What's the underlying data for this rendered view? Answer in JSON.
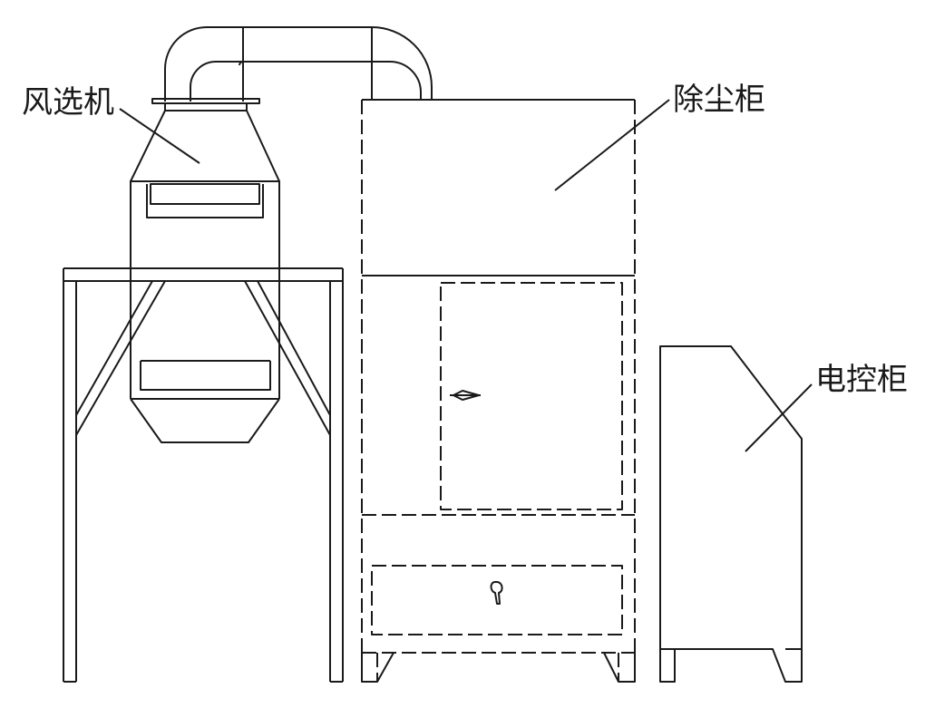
{
  "labels": {
    "air_separator": "风选机",
    "dust_cabinet": "除尘柜",
    "control_cabinet": "电控柜"
  },
  "colors": {
    "line": "#1a1a1a",
    "background": "#ffffff"
  }
}
